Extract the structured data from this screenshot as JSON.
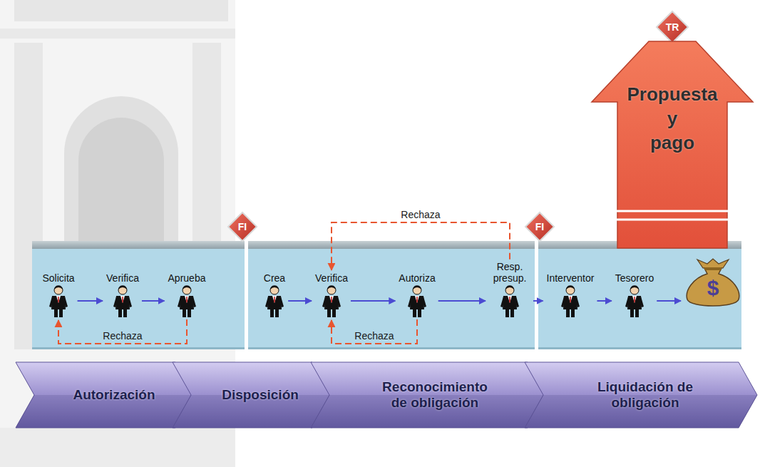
{
  "diagram": {
    "nodes": [
      {
        "text": [
          "TR"
        ]
      },
      {
        "text": [
          "Propuesta y pago"
        ]
      },
      {
        "text": [
          "FI"
        ]
      },
      {
        "text": [
          "FI"
        ]
      },
      {
        "text": [
          "Solicita"
        ]
      },
      {
        "text": [
          "Verifica"
        ]
      },
      {
        "text": [
          "Aprueba"
        ]
      },
      {
        "text": [
          "Crea"
        ]
      },
      {
        "text": [
          "Verifica"
        ]
      },
      {
        "text": [
          "Autoriza"
        ]
      },
      {
        "text": [
          "Resp. presup."
        ]
      },
      {
        "text": [
          "Interventor"
        ]
      },
      {
        "text": [
          "Tesorero"
        ]
      },
      {
        "text": [
          "$"
        ]
      },
      {
        "text": [
          "Autorización"
        ]
      },
      {
        "text": [
          "Disposición"
        ]
      },
      {
        "text": [
          "Reconocimiento de obligación"
        ]
      },
      {
        "text": [
          "Liquidación de obligación"
        ]
      }
    ],
    "edges": [
      {
        "from": 4,
        "to": 5,
        "arrow": "to"
      },
      {
        "from": 5,
        "to": 6,
        "arrow": "to"
      },
      {
        "from": 6,
        "to": 4,
        "arrow": "to",
        "label": "Rechaza"
      },
      {
        "from": 7,
        "to": 8,
        "arrow": "to"
      },
      {
        "from": 8,
        "to": 9,
        "arrow": "to"
      },
      {
        "from": 9,
        "to": 10,
        "arrow": "to"
      },
      {
        "from": 10,
        "to": 8,
        "arrow": "to",
        "label": "Rechaza"
      },
      {
        "from": 9,
        "to": 8,
        "arrow": "to",
        "label": "Rechaza"
      },
      {
        "from": 10,
        "to": 11,
        "arrow": "to"
      },
      {
        "from": 11,
        "to": 12,
        "arrow": "to"
      },
      {
        "from": 12,
        "to": 13,
        "arrow": "to"
      }
    ]
  }
}
